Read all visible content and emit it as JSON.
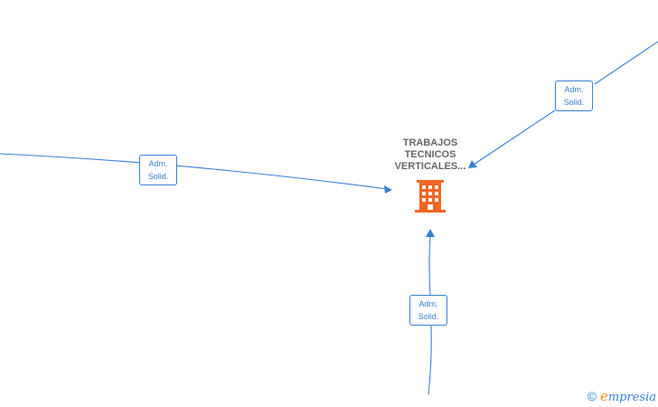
{
  "center_node": {
    "title_lines": [
      "TRABAJOS",
      "TECNICOS",
      "VERTICALES..."
    ],
    "icon": "building-icon",
    "icon_color": "#f26522"
  },
  "edges": [
    {
      "id": "edge-left",
      "label_line1": "Adm.",
      "label_line2": "Solid."
    },
    {
      "id": "edge-top-right",
      "label_line1": "Adm.",
      "label_line2": "Solid."
    },
    {
      "id": "edge-bottom",
      "label_line1": "Adm.",
      "label_line2": "Solid."
    }
  ],
  "colors": {
    "edge": "#3a7fd5",
    "title_text": "#666666",
    "background": "#ffffff"
  },
  "watermark": {
    "copyright": "©",
    "brand_first": "e",
    "brand_rest": "mpresia"
  }
}
